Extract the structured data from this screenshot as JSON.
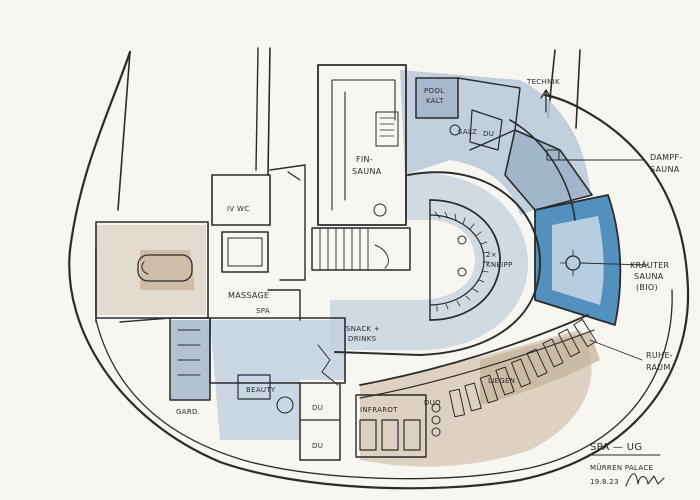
{
  "colors": {
    "paper": "#f7f6f1",
    "ink": "#2b2b2b",
    "wash_blue": "#b9c8d9",
    "wash_blue_dark": "#8fa9c4",
    "pool_blue": "#3f86b8",
    "wash_brown": "#c9b59f",
    "wash_sand": "#dcd2c3"
  },
  "labels": {
    "technik": "TECHNIK",
    "pool_kalt": [
      "POOL",
      "KALT"
    ],
    "salz": "SALZ",
    "du_top": "DU",
    "dampf_sauna": [
      "DAMPF-",
      "SAUNA"
    ],
    "fin_sauna": [
      "FIN-",
      "SAUNA"
    ],
    "iv_wc": "IV WC",
    "kneipp": [
      "2×",
      "KNEIPP"
    ],
    "kraeuter_sauna": [
      "KRÄUTER",
      "SAUNA",
      "(BIO)"
    ],
    "massage": "MASSAGE",
    "spa_entry": "SPA",
    "snack_drinks": [
      "SNACK +",
      "DRINKS"
    ],
    "ruhe_raum": [
      "RUHE-",
      "RAUM"
    ],
    "liegen": "LIEGEN",
    "beauty": "BEAUTY",
    "garderobe": "GARD.",
    "infrarot": "INFRAROT",
    "duo": "DUO",
    "du_a": "DU",
    "du_b": "DU",
    "title": "SPA — UG",
    "subtitle": "MÜRREN PALACE",
    "date": "19.8.23"
  }
}
